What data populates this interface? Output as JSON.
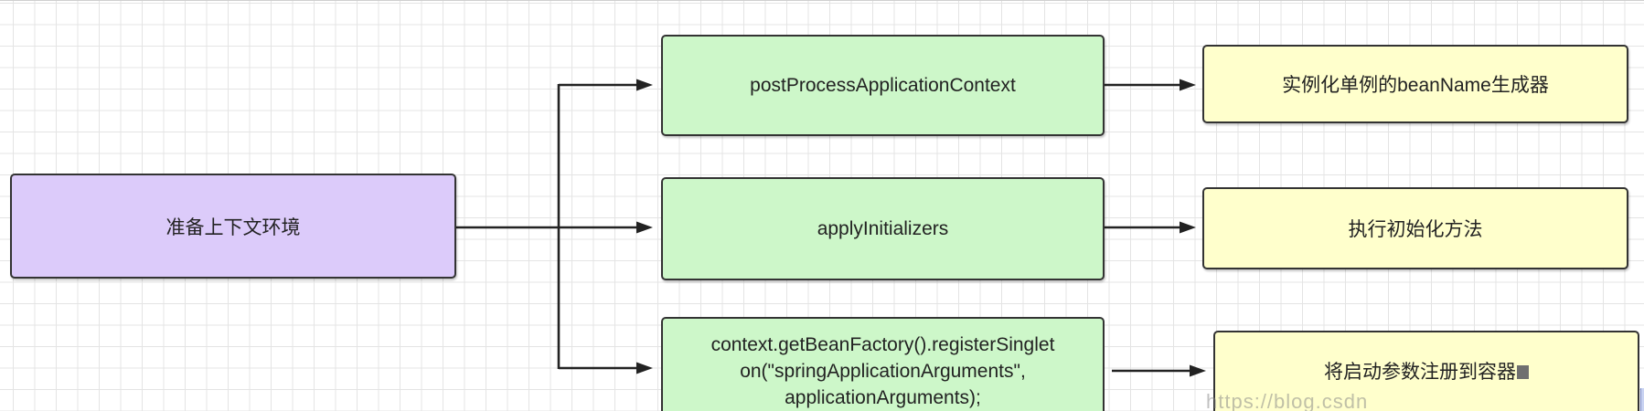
{
  "diagram": {
    "root_node": {
      "label": "准备上下文环境"
    },
    "steps": [
      {
        "label_lines": [
          "postProcessApplicationContext"
        ],
        "result": "实例化单例的beanName生成器"
      },
      {
        "label_lines": [
          "applyInitializers"
        ],
        "result": "执行初始化方法"
      },
      {
        "label_lines": [
          "context.getBeanFactory().registerSinglet",
          "on(\"springApplicationArguments\",",
          "applicationArguments);"
        ],
        "result": "将启动参数注册到容器"
      }
    ]
  },
  "colors": {
    "root_fill": "#dccbfa",
    "step_fill": "#cdf7c9",
    "result_fill": "#ffffcc",
    "border": "#333333",
    "connector": "#222222",
    "grid": "#e4e4e4"
  },
  "watermark": "https://blog.csdn"
}
